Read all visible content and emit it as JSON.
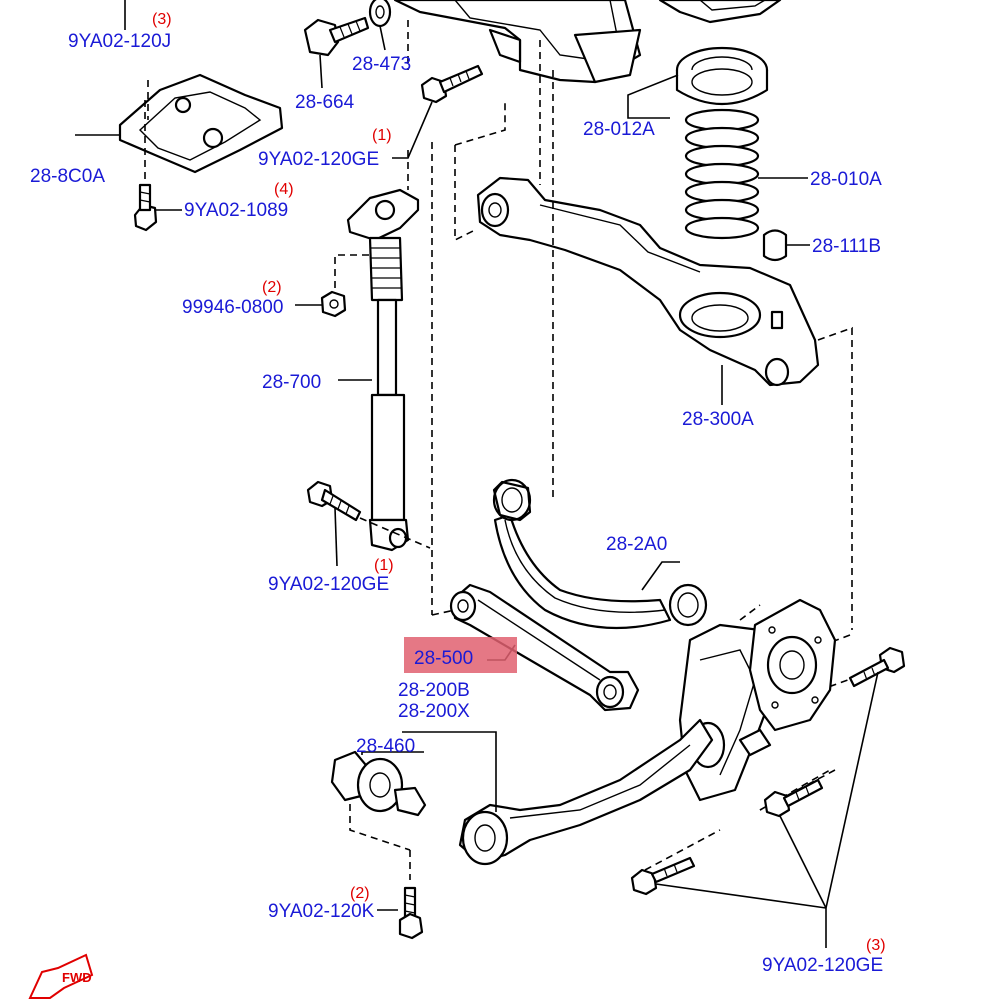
{
  "colors": {
    "label_blue": "#1a1ad6",
    "qty_red": "#e00000",
    "highlight": "#e06070",
    "line": "#000000"
  },
  "labels": {
    "p9ya02_120j": "9YA02-120J",
    "p9ya02_120j_qty": "(3)",
    "p28_473": "28-473",
    "p28_664": "28-664",
    "p9ya02_120ge_top": "9YA02-120GE",
    "p9ya02_120ge_top_qty": "(1)",
    "p28_8c0a": "28-8C0A",
    "p9ya02_1089": "9YA02-1089",
    "p9ya02_1089_qty": "(4)",
    "p28_012a": "28-012A",
    "p28_010a": "28-010A",
    "p28_111b": "28-111B",
    "p99946_0800": "99946-0800",
    "p99946_0800_qty": "(2)",
    "p28_700": "28-700",
    "p28_300a": "28-300A",
    "p28_2a0": "28-2A0",
    "p9ya02_120ge_mid": "9YA02-120GE",
    "p9ya02_120ge_mid_qty": "(1)",
    "p28_500": "28-500",
    "p28_200b": "28-200B",
    "p28_200x": "28-200X",
    "p28_460": "28-460",
    "p9ya02_120k": "9YA02-120K",
    "p9ya02_120k_qty": "(2)",
    "p9ya02_120ge_bottom": "9YA02-120GE",
    "p9ya02_120ge_bottom_qty": "(3)",
    "fwd": "FWD"
  },
  "highlighted_part": "28-500",
  "icons": [
    "fwd-arrow-icon"
  ]
}
